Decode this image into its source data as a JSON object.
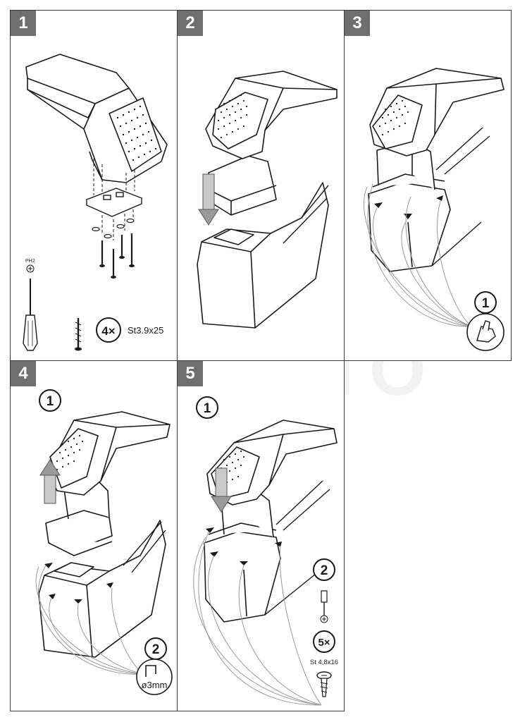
{
  "steps": [
    {
      "number": "1"
    },
    {
      "number": "2"
    },
    {
      "number": "3"
    },
    {
      "number": "4"
    },
    {
      "number": "5"
    }
  ],
  "step1": {
    "tool_label": "PH2",
    "screw_qty": "4×",
    "screw_spec": "St3.9x25"
  },
  "step3": {
    "sub_step": "1"
  },
  "step4": {
    "sub_step_a": "1",
    "sub_step_b": "2",
    "drill_size": "ø3mm"
  },
  "step5": {
    "sub_step_a": "1",
    "sub_step_b": "2",
    "screw_qty": "5×",
    "screw_spec": "St 4,8x16"
  },
  "watermark": "AG AUTO",
  "colors": {
    "badge": "#6f6f6f",
    "line": "#1a1a1a",
    "faint": "#9a9a9a"
  }
}
